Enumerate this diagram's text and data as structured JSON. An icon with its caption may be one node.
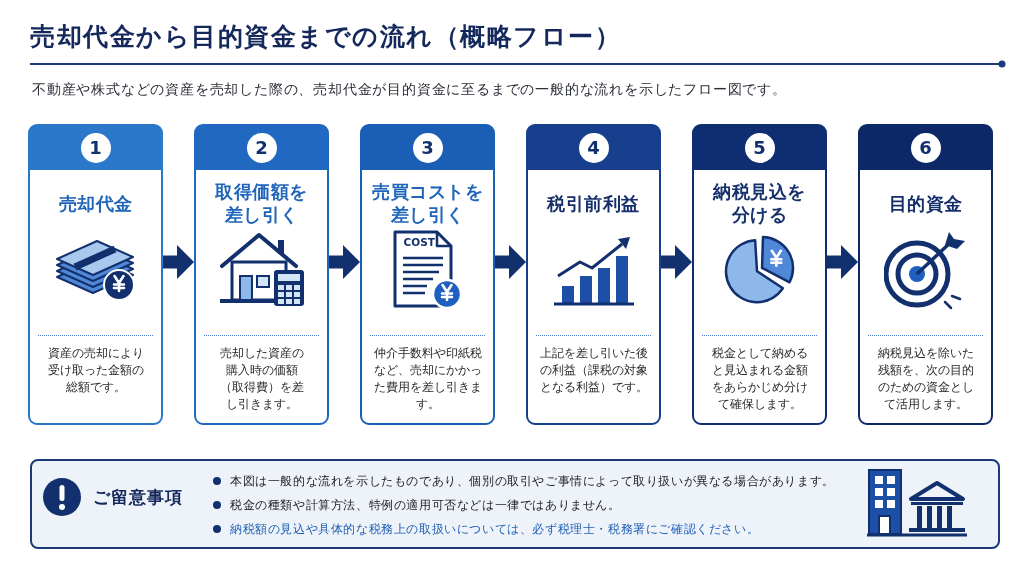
{
  "diagram": {
    "title": "売却代金から目的資金までの流れ（概略フロー）",
    "nodes": [
      {
        "text": [
          "1",
          "売却代金",
          "資産の売却により受け取った金額の総額です。"
        ]
      },
      {
        "text": [
          "2",
          "取得価額を差し引く",
          "売却した資産の購入時の価額（取得費）を差し引きます。"
        ]
      },
      {
        "text": [
          "3",
          "売買コストを差し引く",
          "COST",
          "仲介手数料や印紙税など、売却にかかった費用を差し引きます。"
        ]
      },
      {
        "text": [
          "4",
          "税引前利益",
          "上記を差し引いた後の利益（課税の対象となる利益）です。"
        ]
      },
      {
        "text": [
          "5",
          "納税見込を分ける",
          "税金として納めると見込まれる金額をあらかじめ分けて確保します。"
        ]
      },
      {
        "text": [
          "6",
          "目的資金",
          "納税見込を除いた残額を、次の目的のための資金として活用します。"
        ]
      },
      {
        "text": [
          "ご留意事項",
          "本図は一般的な流れを示したものであり、個別の取引やご事情によって取り扱いが異なる場合があります。",
          "税金の種類や計算方法、特例の適用可否などは一律ではありません。",
          "納税額の見込や具体的な税務上の取扱いについては、必ず税理士・税務署にご確認ください。"
        ]
      }
    ],
    "edges": [
      {
        "from": 0,
        "to": 1,
        "arrow": "to"
      },
      {
        "from": 1,
        "to": 2,
        "arrow": "to"
      },
      {
        "from": 2,
        "to": 3,
        "arrow": "to"
      },
      {
        "from": 3,
        "to": 4,
        "arrow": "to"
      },
      {
        "from": 4,
        "to": 5,
        "arrow": "to"
      }
    ],
    "labels": [
      "不動産や株式などの資産を売却した際の、売却代金が目的資金に至るまでの一般的な流れを示したフロー図です。"
    ]
  }
}
